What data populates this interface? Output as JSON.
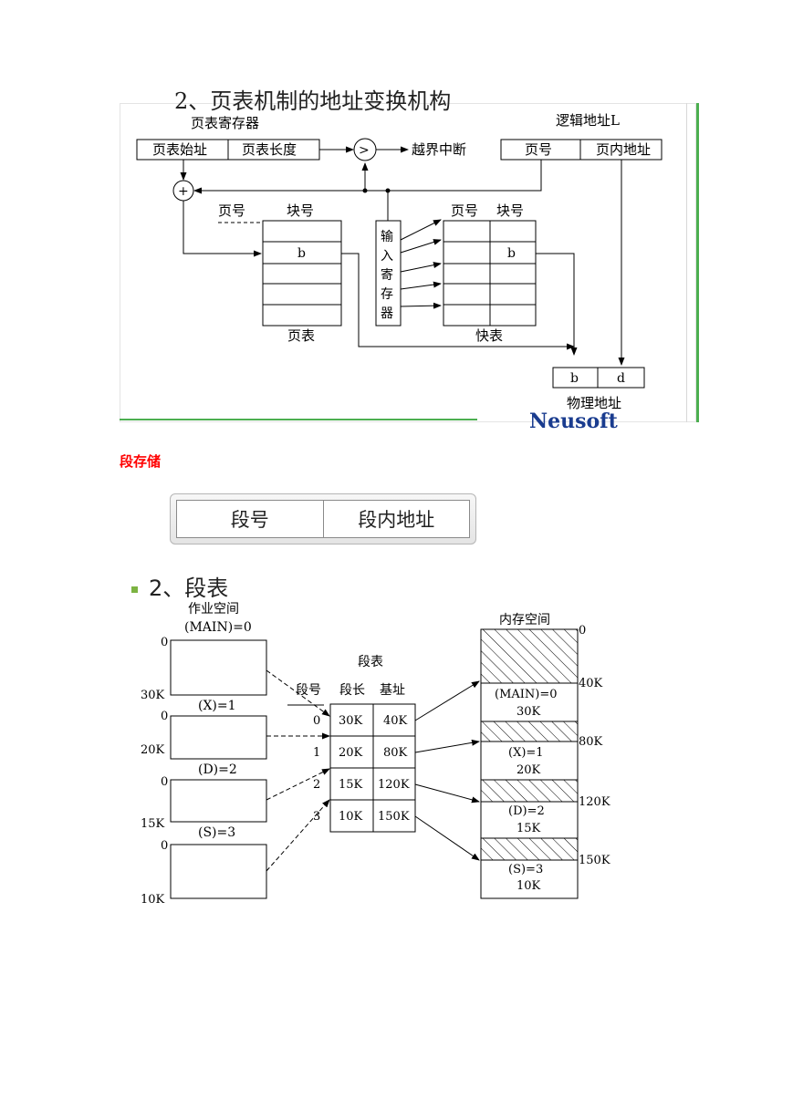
{
  "paging_diagram": {
    "title_partial": "2、页表机制的地址变换机构",
    "page_table_register": {
      "label": "页表寄存器",
      "start_addr": "页表始址",
      "length": "页表长度"
    },
    "compare_symbol": ">",
    "overflow_interrupt": "越界中断",
    "logical_address": {
      "label": "逻辑地址L",
      "page_no": "页号",
      "offset": "页内地址"
    },
    "adder_symbol": "+",
    "page_table": {
      "col_page": "页号",
      "col_block": "块号",
      "entry": "b",
      "caption": "页表"
    },
    "input_register": [
      "输",
      "入",
      "寄",
      "存",
      "器"
    ],
    "tlb": {
      "col_page": "页号",
      "col_block": "块号",
      "entry": "b",
      "caption": "快表"
    },
    "physical_address": {
      "block": "b",
      "offset": "d",
      "label": "物理地址"
    },
    "logo": "Neusoft"
  },
  "section_heading": "段存储",
  "segment_address": {
    "segment_no": "段号",
    "segment_offset": "段内地址"
  },
  "segment_table_section": {
    "title": "2、段表",
    "job_space": {
      "label": "作业空间",
      "segments": [
        {
          "name": "(MAIN)=0",
          "start": "0",
          "end": "30K"
        },
        {
          "name": "(X)=1",
          "start": "0",
          "end": "20K"
        },
        {
          "name": "(D)=2",
          "start": "0",
          "end": "15K"
        },
        {
          "name": "(S)=3",
          "start": "0",
          "end": "10K"
        }
      ]
    },
    "table": {
      "caption": "段表",
      "headers": [
        "段号",
        "段长",
        "基址"
      ],
      "rows": [
        {
          "no": "0",
          "len": "30K",
          "base": "40K"
        },
        {
          "no": "1",
          "len": "20K",
          "base": "80K"
        },
        {
          "no": "2",
          "len": "15K",
          "base": "120K"
        },
        {
          "no": "3",
          "len": "10K",
          "base": "150K"
        }
      ]
    },
    "memory": {
      "label": "内存空间",
      "top": "0",
      "boundaries": [
        "40K",
        "80K",
        "120K",
        "150K"
      ],
      "segments": [
        {
          "name": "(MAIN)=0",
          "size": "30K"
        },
        {
          "name": "(X)=1",
          "size": "20K"
        },
        {
          "name": "(D)=2",
          "size": "15K"
        },
        {
          "name": "(S)=3",
          "size": "10K"
        }
      ]
    }
  }
}
